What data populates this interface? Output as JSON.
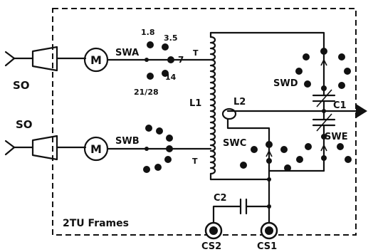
{
  "diagram": {
    "frame_label": "2TU Frames",
    "connectors": {
      "upper": "SO",
      "lower": "SO"
    },
    "meters": {
      "upper": "M",
      "lower": "M"
    },
    "switches": {
      "swa": "SWA",
      "swb": "SWB",
      "swc": "SWC",
      "swd": "SWD",
      "swe": "SWE"
    },
    "band_labels": {
      "b18": "1.8",
      "b35": "3.5",
      "b7": "7",
      "b14": "14",
      "b2128": "21/28"
    },
    "taps": {
      "upper": "T",
      "lower": "T"
    },
    "inductors": {
      "l1": "L1",
      "l2": "L2"
    },
    "capacitors": {
      "c1": "C1",
      "c2": "C2"
    },
    "sockets": {
      "cs1": "CS1",
      "cs2": "CS2"
    },
    "colors": {
      "ink": "#111111",
      "paper": "#ffffff"
    }
  }
}
